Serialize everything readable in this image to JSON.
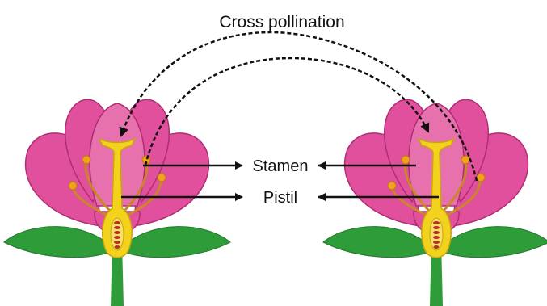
{
  "title": "Cross pollination",
  "labels": {
    "stamen": "Stamen",
    "pistil": "Pistil"
  },
  "colors": {
    "petal": "#e0509c",
    "petal_outline": "#b02d74",
    "leaf": "#2f9c3a",
    "stem": "#2f9c3a",
    "pistil": "#f2d21c",
    "pistil_outline": "#caa40c",
    "filament": "#c9862a",
    "anther": "#f2a11c",
    "ovule": "#b6321f",
    "arrow": "#111111"
  }
}
